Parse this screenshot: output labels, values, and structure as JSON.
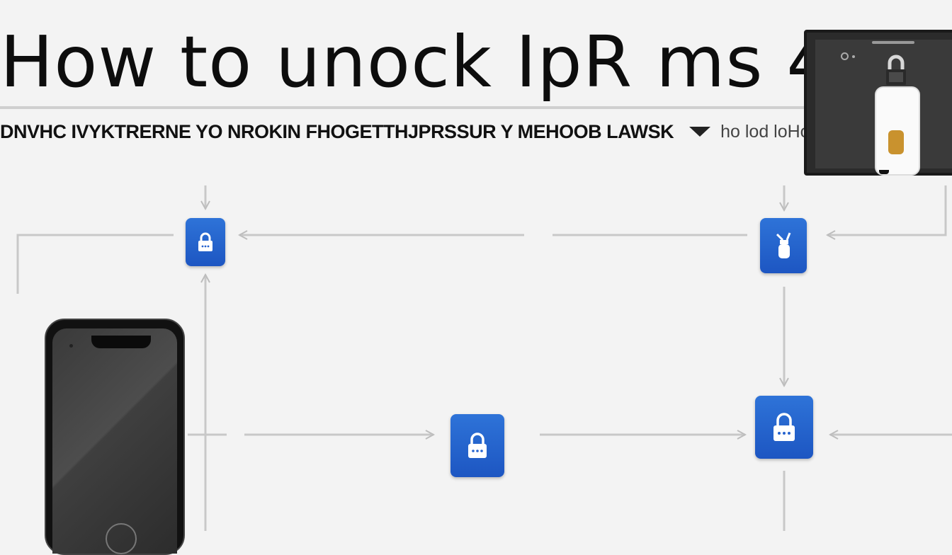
{
  "title": "How to unock IpR ms 4",
  "subtitle": "DNVHC IVYKTRERNE YO NROKIN FHOGETTHJPRSSUR Y MEHOOB LAWSK",
  "subtitle_note": "ho lod loHos",
  "colors": {
    "background": "#f3f3f3",
    "node_blue": "#2563cf",
    "arrow_gray": "#c8c8c8",
    "title_text": "#0d0d0d"
  },
  "icons": {
    "node_1": "padlock-icon",
    "node_2": "spray-bottle-icon",
    "node_3": "padlock-icon",
    "node_4": "padlock-icon",
    "tablet": "padlock-icon",
    "subtitle_marker": "triangle-down-icon"
  }
}
